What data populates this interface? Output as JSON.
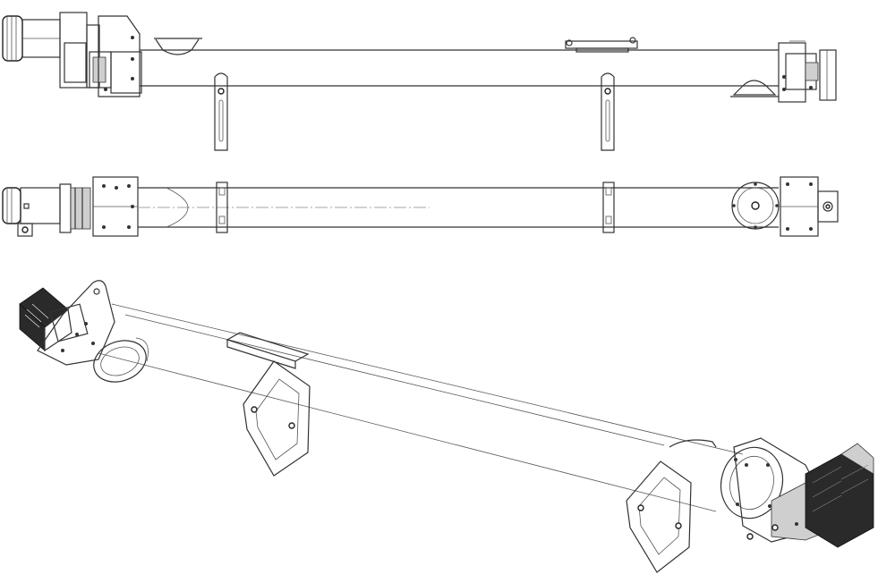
{
  "drawing": {
    "views": [
      "side-elevation",
      "top-plan",
      "isometric"
    ],
    "colors": {
      "line": "#333333",
      "background": "#ffffff",
      "shade": "#2a2a2a"
    },
    "icons": [
      "gear-motor-icon",
      "inlet-flange-icon",
      "outlet-flange-icon",
      "support-bracket-icon",
      "inspection-hatch-icon"
    ]
  }
}
